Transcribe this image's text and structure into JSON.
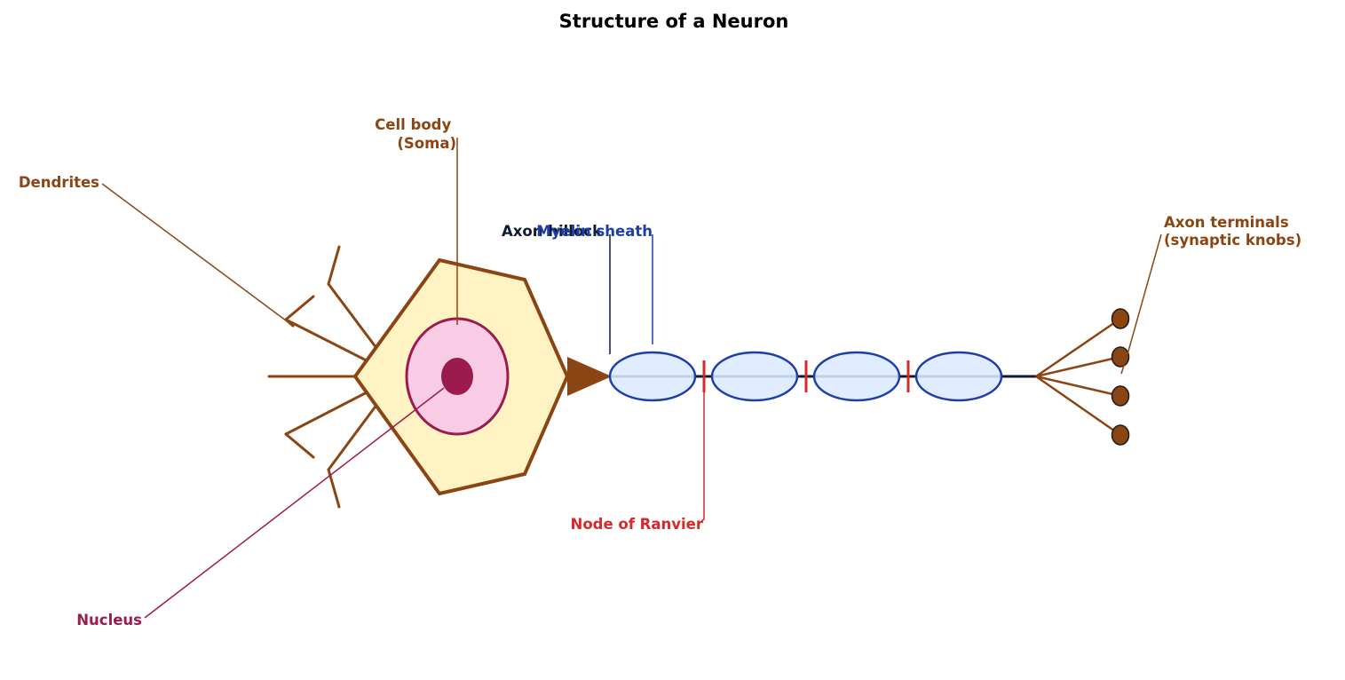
{
  "title": "Structure of a Neuron",
  "labels": {
    "dendrites": "Dendrites",
    "cell_body_line1": "Cell body",
    "cell_body_line2": "(Soma)",
    "axon_hillock": "Axon hillock",
    "myelin_sheath": "Myelin sheath",
    "axon_terminals_line1": "Axon terminals",
    "axon_terminals_line2": "(synaptic knobs)",
    "node_of_ranvier": "Node of Ranvier",
    "nucleus": "Nucleus"
  },
  "colors": {
    "brown": "#8B4513",
    "soma_fill": "#FFF3C4",
    "nucleus_fill": "#F9CCE6",
    "nucleus_stroke": "#9B1B4C",
    "myelin_fill": "#DCE9FF",
    "myelin_stroke": "#1F3FA8",
    "node": "#D42A2A",
    "axon": "#0F1B2E"
  }
}
